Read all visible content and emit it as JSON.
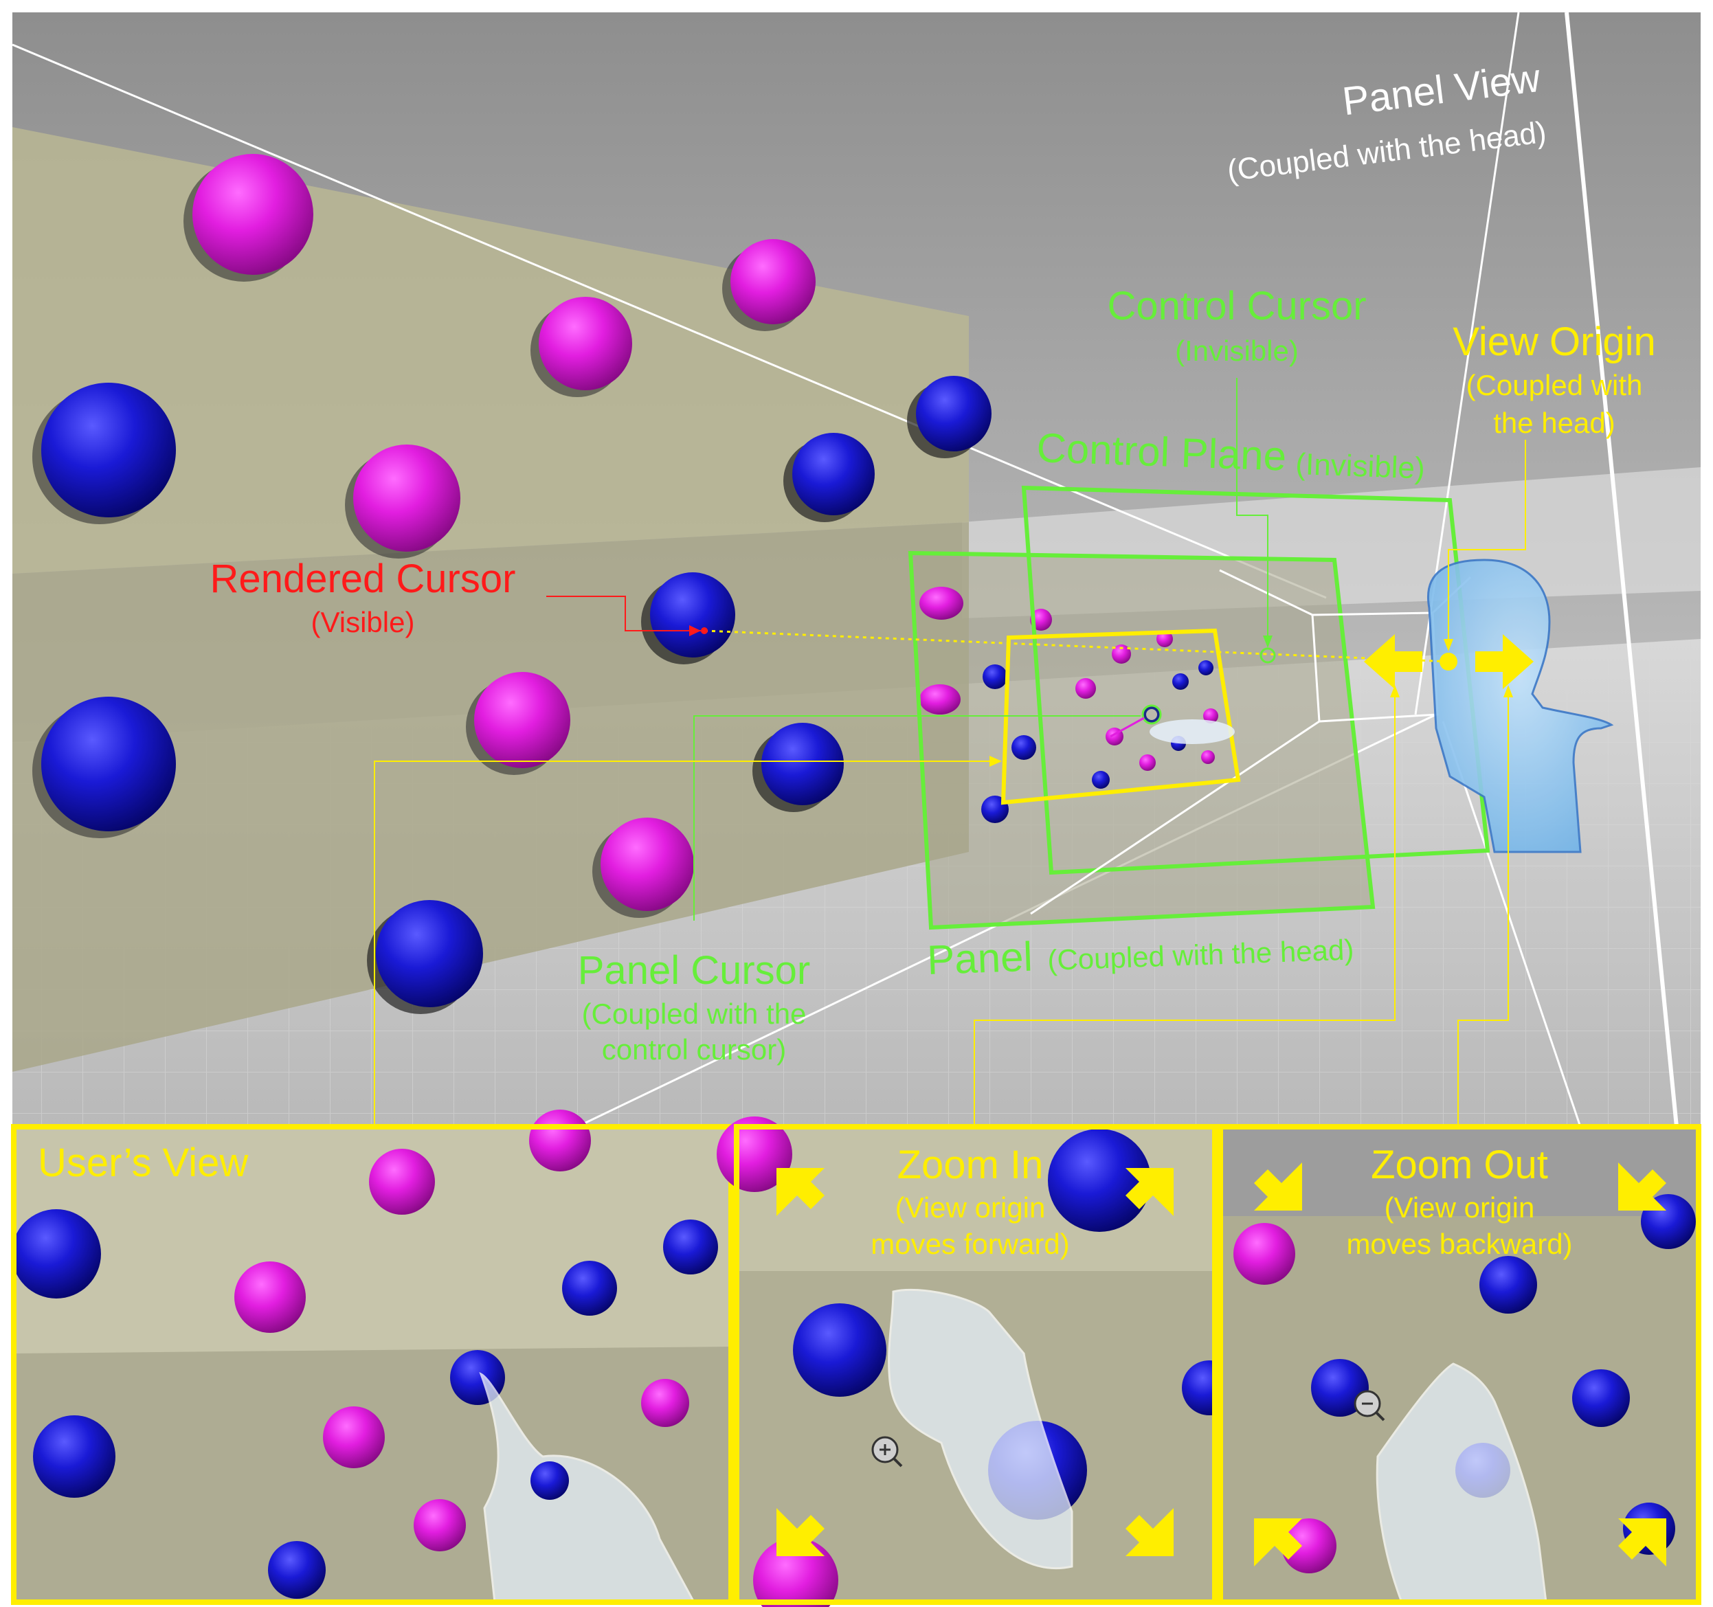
{
  "labels": {
    "panel_view_title": "Panel View",
    "panel_view_sub": "(Coupled with the head)",
    "control_cursor_title": "Control Cursor",
    "control_cursor_sub": "(Invisible)",
    "view_origin_title": "View Origin",
    "view_origin_sub1": "(Coupled with",
    "view_origin_sub2": "the head)",
    "control_plane_title": "Control Plane",
    "control_plane_sub": "(Invisible)",
    "rendered_cursor_title": "Rendered Cursor",
    "rendered_cursor_sub": "(Visible)",
    "panel_cursor_title": "Panel Cursor",
    "panel_cursor_sub1": "(Coupled with the",
    "panel_cursor_sub2": "control cursor)",
    "panel_title": "Panel",
    "panel_sub": "(Coupled with the head)"
  },
  "insets": {
    "users_view": {
      "title": "User’s View"
    },
    "zoom_in": {
      "title": "Zoom In",
      "sub1": "(View origin",
      "sub2": "moves forward)"
    },
    "zoom_out": {
      "title": "Zoom Out",
      "sub1": "(View origin",
      "sub2": "moves backward)"
    }
  },
  "colors": {
    "sky": "#9a9a9a",
    "floor": "#c9c9c9",
    "wall": "#b7b596",
    "magenta_sphere": "#e21ee0",
    "blue_sphere": "#1a1ad6",
    "green": "#5ee83a",
    "yellow": "#ffee00",
    "red": "#ff1a1a",
    "head_blue": "#8fc8f2",
    "white": "#ffffff"
  },
  "icons": {
    "zoom_in_marker": "magnifier-plus-icon",
    "zoom_out_marker": "magnifier-minus-icon",
    "arrows": "arrow-icon"
  }
}
